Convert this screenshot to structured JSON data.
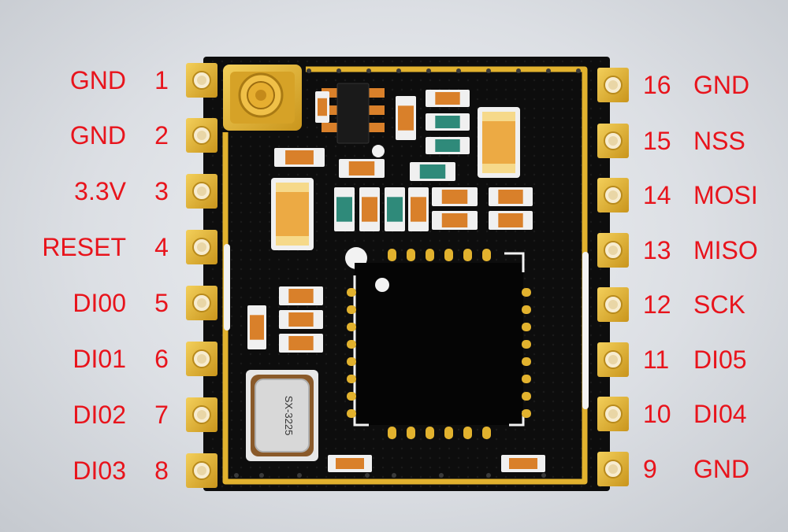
{
  "left_pins": [
    {
      "number": "1",
      "label": "GND"
    },
    {
      "number": "2",
      "label": "GND"
    },
    {
      "number": "3",
      "label": "3.3V"
    },
    {
      "number": "4",
      "label": "RESET"
    },
    {
      "number": "5",
      "label": "DI00"
    },
    {
      "number": "6",
      "label": "DI01"
    },
    {
      "number": "7",
      "label": "DI02"
    },
    {
      "number": "8",
      "label": "DI03"
    }
  ],
  "right_pins": [
    {
      "number": "16",
      "label": "GND"
    },
    {
      "number": "15",
      "label": "NSS"
    },
    {
      "number": "14",
      "label": "MOSI"
    },
    {
      "number": "13",
      "label": "MISO"
    },
    {
      "number": "12",
      "label": "SCK"
    },
    {
      "number": "11",
      "label": "DI05"
    },
    {
      "number": "10",
      "label": "DI04"
    },
    {
      "number": "9",
      "label": "GND"
    }
  ],
  "crystal_label": "SX-3225",
  "colors": {
    "label_red": "#e8141c",
    "pcb_black": "#0d0d0d",
    "gold": "#e2b22e",
    "component_orange": "#d9802a"
  }
}
